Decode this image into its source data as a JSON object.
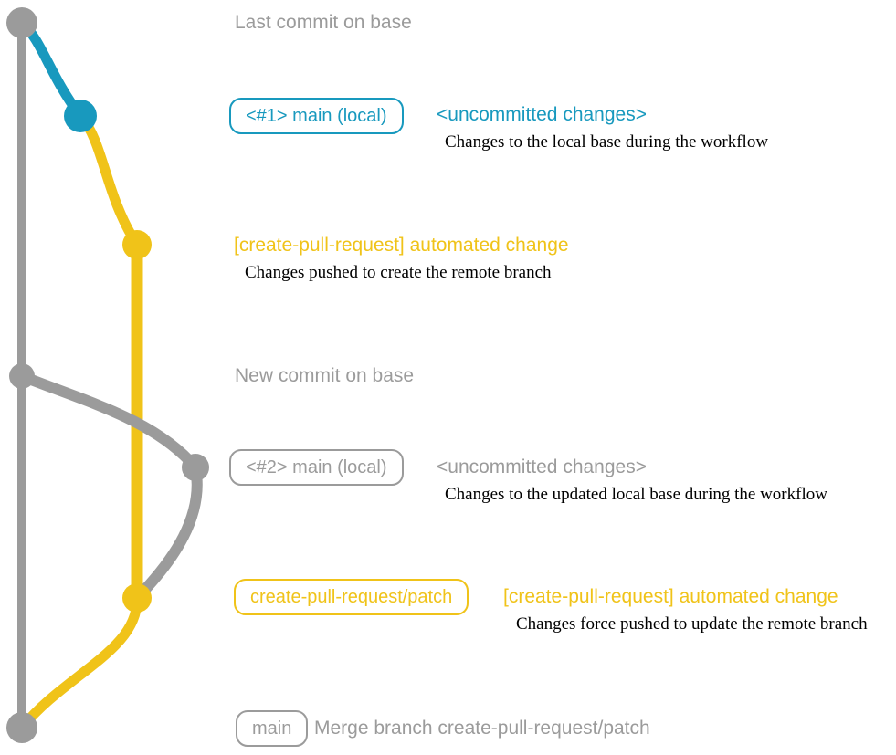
{
  "colors": {
    "gray": "#9B9B9B",
    "blue": "#1899BE",
    "yellow": "#F0C319",
    "caption_text": "#000000",
    "background": "#FFFFFF"
  },
  "rows": {
    "last_commit": {
      "text": "Last commit on base"
    },
    "uncommitted_1": {
      "badge": "<#1> main (local)",
      "heading": "<uncommitted changes>",
      "caption": "Changes to the local base during the workflow"
    },
    "push_create": {
      "heading": "[create-pull-request] automated change",
      "caption": "Changes pushed to create the remote branch"
    },
    "new_commit": {
      "text": "New commit on base"
    },
    "uncommitted_2": {
      "badge": "<#2> main (local)",
      "heading": "<uncommitted changes>",
      "caption": "Changes to the updated local base during the workflow"
    },
    "force_push": {
      "badge": "create-pull-request/patch",
      "heading": "[create-pull-request] automated change",
      "caption": "Changes force pushed to update the remote branch"
    },
    "merge": {
      "badge": "main",
      "text": "Merge branch create-pull-request/patch"
    }
  }
}
